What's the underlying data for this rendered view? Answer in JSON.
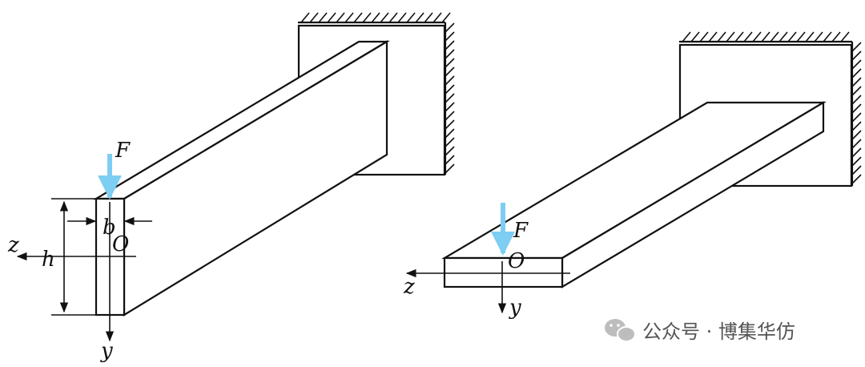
{
  "left_figure": {
    "force": "F",
    "width": "b",
    "height": "h",
    "origin": "O",
    "z_axis": "z",
    "y_axis": "y"
  },
  "right_figure": {
    "force": "F",
    "origin": "O",
    "z_axis": "z",
    "y_axis": "y"
  },
  "watermark": {
    "text": "公众号 · 博集华仿",
    "icon": "wechat-icon"
  },
  "colors": {
    "force_arrow": "#7ecdf2",
    "lines": "#111111"
  }
}
